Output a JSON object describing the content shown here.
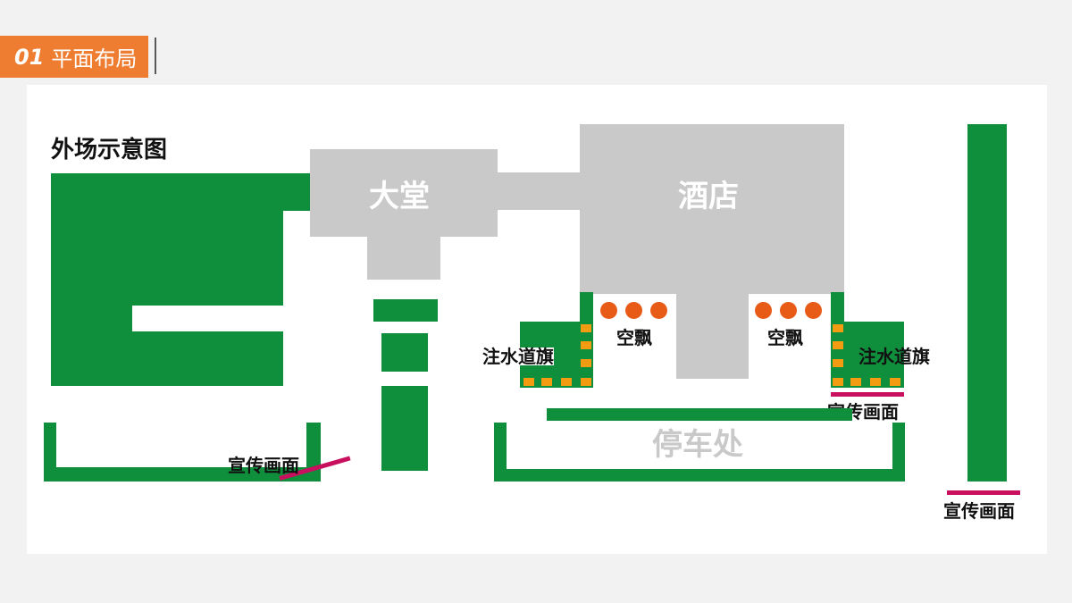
{
  "header": {
    "number": "01",
    "title": "平面布局"
  },
  "map": {
    "title": "外场示意图",
    "lobby": "大堂",
    "hotel": "酒店",
    "parking": "停车处",
    "air_balloon_left": "空飘",
    "air_balloon_right": "空飘",
    "water_flag_left": "注水道旗",
    "water_flag_right": "注水道旗",
    "poster_left": "宣传画面",
    "poster_middle": "宣传画面",
    "poster_right": "宣传画面"
  },
  "colors": {
    "accent": "#ee7d31",
    "lawn": "#0f8f3c",
    "building": "#c9c9c9",
    "flag_marker": "#f39c12",
    "balloon": "#e85b16",
    "poster": "#c8105e"
  }
}
